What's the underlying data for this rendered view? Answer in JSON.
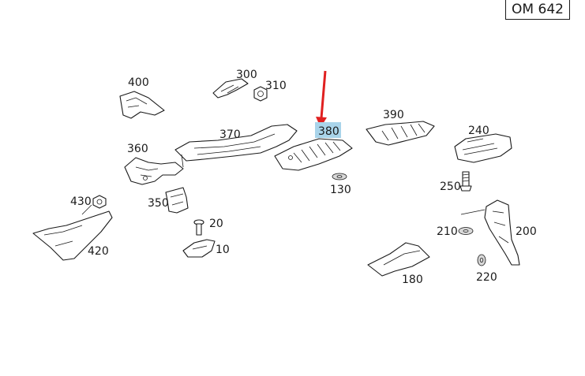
{
  "engine_code": "OM 642",
  "highlight_color": "#a9d4ea",
  "arrow_color": "#e02020",
  "highlighted_part": "380",
  "parts": {
    "p400": "400",
    "p300": "300",
    "p310": "310",
    "p370": "370",
    "p380": "380",
    "p390": "390",
    "p240": "240",
    "p360": "360",
    "p130": "130",
    "p250": "250",
    "p430": "430",
    "p350": "350",
    "p20": "20",
    "p210": "210",
    "p200": "200",
    "p420": "420",
    "p10": "10",
    "p180": "180",
    "p220": "220"
  }
}
